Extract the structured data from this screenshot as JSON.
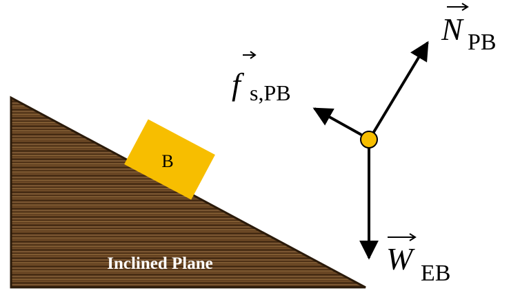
{
  "block": {
    "label": "B",
    "color": "#f7be00"
  },
  "incline": {
    "label": "Inclined Plane",
    "wood_dark": "#4a2d14",
    "wood_light": "#7a5230"
  },
  "free_body": {
    "point_color": "#f7be00",
    "normal": {
      "symbol": "N",
      "subscript": "PB"
    },
    "friction": {
      "symbol": "f",
      "subscript": "s,PB"
    },
    "weight": {
      "symbol": "W",
      "subscript": "EB"
    }
  }
}
